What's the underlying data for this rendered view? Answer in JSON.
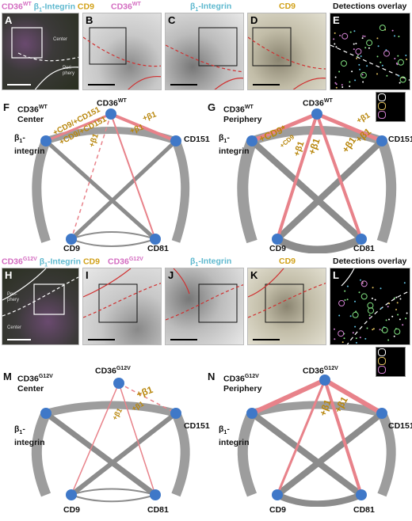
{
  "top_row": {
    "merged_header": {
      "a": "CD36",
      "a_sup": "WT",
      "b": "β",
      "b_sub": "1",
      "b_rest": "-Integrin",
      "c": "CD9"
    },
    "panels": [
      {
        "letter": "A",
        "notes": [
          "Center",
          "Peri-",
          "phery"
        ]
      },
      {
        "letter": "B",
        "title": "CD36",
        "title_sup": "WT"
      },
      {
        "letter": "C",
        "title": "β",
        "title_sub": "1",
        "title_rest": "-Integrin"
      },
      {
        "letter": "D",
        "title": "CD9"
      },
      {
        "letter": "E",
        "title": "Detections overlay"
      }
    ]
  },
  "middle_networks": [
    {
      "letter": "F",
      "label_line1": "CD36",
      "label_sup": "WT",
      "label_line2": "Center",
      "nodes": {
        "top": "CD36",
        "top_sup": "WT",
        "left1": "β",
        "left_sub": "1",
        "left2": "-",
        "left3": "integrin",
        "right": "CD151",
        "bl": "CD9",
        "br": "CD81"
      },
      "annotations": [
        "+CD9/+CD151",
        "+CD9/+CD151",
        "+β1",
        "+β1",
        "+β1"
      ]
    },
    {
      "letter": "G",
      "label_line1": "CD36",
      "label_sup": "WT",
      "label_line2": "Periphery",
      "nodes": {
        "top": "CD36",
        "top_sup": "WT",
        "left1": "β",
        "left_sub": "1",
        "left2": "-",
        "left3": "integrin",
        "right": "CD151",
        "bl": "CD9",
        "br": "CD81"
      },
      "annotations": [
        "+CD9*",
        "+CD9",
        "+β1",
        "+β1",
        "+β1",
        "+β1",
        "+β1"
      ]
    }
  ],
  "bottom_row": {
    "merged_header": {
      "a": "CD36",
      "a_sup": "G12V",
      "b": "β",
      "b_sub": "1",
      "b_rest": "-Integrin",
      "c": "CD9"
    },
    "panels": [
      {
        "letter": "H",
        "notes": [
          "Peri-",
          "phery",
          "Center"
        ]
      },
      {
        "letter": "I",
        "title": "CD36",
        "title_sup": "G12V"
      },
      {
        "letter": "J",
        "title": "β",
        "title_sub": "1",
        "title_rest": "-Integrin"
      },
      {
        "letter": "K",
        "title": "CD9"
      },
      {
        "letter": "L",
        "title": "Detections overlay"
      }
    ]
  },
  "bottom_networks": [
    {
      "letter": "M",
      "label_line1": "CD36",
      "label_sup": "G12V",
      "label_line2": "Center",
      "nodes": {
        "top": "CD36",
        "top_sup": "G12V",
        "left1": "β",
        "left_sub": "1",
        "left2": "-",
        "left3": "integrin",
        "right": "CD151",
        "bl": "CD9",
        "br": "CD81"
      },
      "annotations": [
        "+β1",
        "+β1",
        "+β1"
      ]
    },
    {
      "letter": "N",
      "label_line1": "CD36",
      "label_sup": "G12V",
      "label_line2": "Periphery",
      "nodes": {
        "top": "CD36",
        "top_sup": "G12V",
        "left1": "β",
        "left_sub": "1",
        "left2": "-",
        "left3": "integrin",
        "right": "CD151",
        "bl": "CD9",
        "br": "CD81"
      },
      "annotations": [
        "+β1",
        "+β1"
      ]
    }
  ],
  "colors": {
    "node": "#3f78c8",
    "edge_gray": "#8c8c8c",
    "edge_red": "#e8828a",
    "annot": "#b8860b",
    "magenta": "#d36bc0",
    "cyan": "#5fb9cf",
    "gold": "#d1a017"
  }
}
